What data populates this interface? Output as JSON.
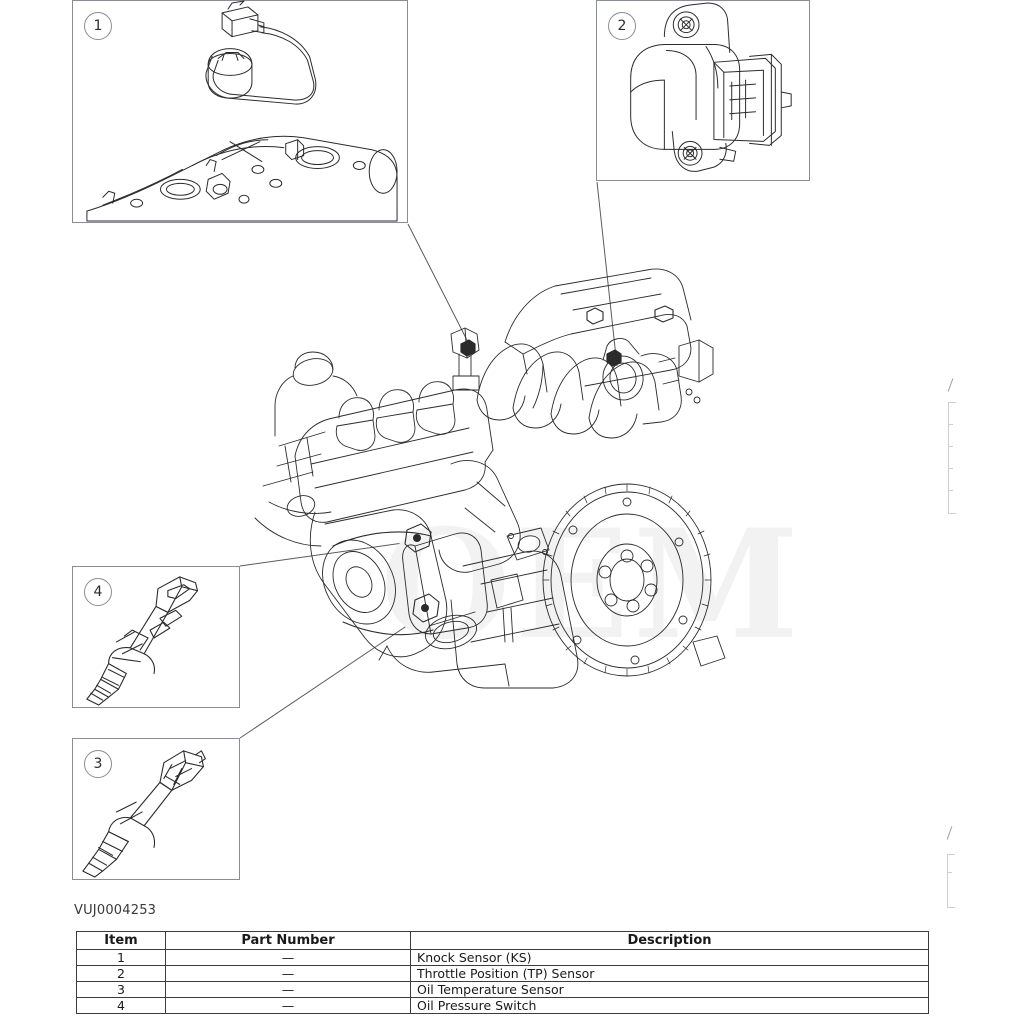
{
  "figure": {
    "id": "VUJ0004253",
    "watermark_text": "OEM"
  },
  "callouts": [
    {
      "number": "1",
      "name": "knock-sensor-detail",
      "description": "Knock Sensor (KS)"
    },
    {
      "number": "2",
      "name": "throttle-position-sensor-detail",
      "description": "Throttle Position (TP) Sensor"
    },
    {
      "number": "3",
      "name": "oil-temperature-sensor-detail",
      "description": "Oil Temperature Sensor"
    },
    {
      "number": "4",
      "name": "oil-pressure-switch-detail",
      "description": "Oil Pressure Switch"
    }
  ],
  "table": {
    "headers": {
      "item": "Item",
      "part_number": "Part Number",
      "description": "Description"
    },
    "rows": [
      {
        "item": "1",
        "part_number": "—",
        "description": "Knock Sensor (KS)"
      },
      {
        "item": "2",
        "part_number": "—",
        "description": "Throttle Position (TP) Sensor"
      },
      {
        "item": "3",
        "part_number": "—",
        "description": "Oil Temperature Sensor"
      },
      {
        "item": "4",
        "part_number": "—",
        "description": "Oil Pressure Switch"
      }
    ]
  },
  "colors": {
    "line": "#2b2b2b",
    "box_border": "#8a8d91",
    "leader": "#5a5a5a",
    "table_border": "#3c3c3c",
    "watermark": "#f2f2f2"
  }
}
